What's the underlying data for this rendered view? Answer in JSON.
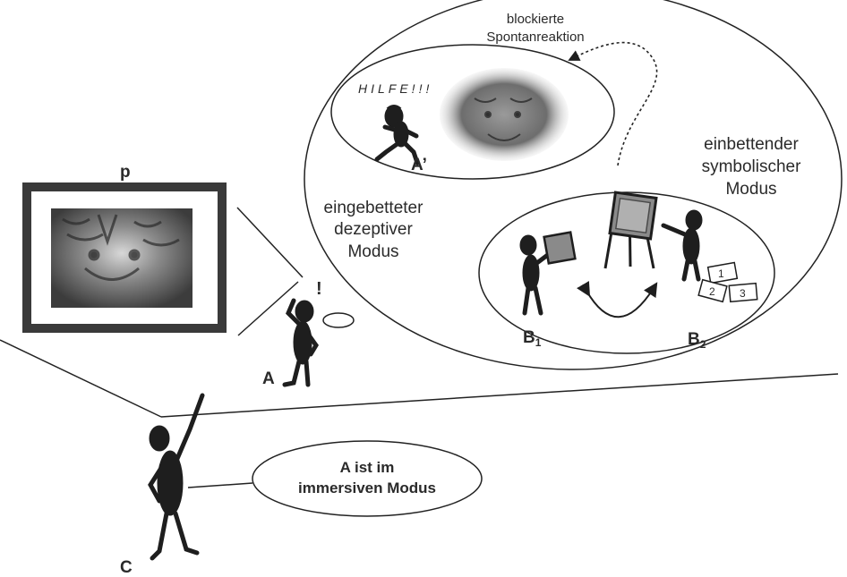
{
  "labels": {
    "p": "p",
    "blocked_reaction_line1": "blockierte",
    "blocked_reaction_line2": "Spontanreaktion",
    "hilfe": "HILFE!!!",
    "a_prime": "A’",
    "embedded_mode_line1": "eingebetteter",
    "embedded_mode_line2": "dezeptiver",
    "embedded_mode_line3": "Modus",
    "embedding_mode_line1": "einbettender",
    "embedding_mode_line2": "symbolischer",
    "embedding_mode_line3": "Modus",
    "b1": "B",
    "b1_sub": "1",
    "b2": "B",
    "b2_sub": "2",
    "a": "A",
    "c": "C",
    "c_bubble_line1": "A ist im",
    "c_bubble_line2": "immersiven Modus",
    "exclamation": "!"
  },
  "colors": {
    "ink": "#1e1e1e",
    "frame": "#3a3a3a",
    "tiger_dark": "#3c3c3c",
    "tiger_mid": "#8a8a8a",
    "tiger_light": "#cfcfcf"
  },
  "icons": {
    "tiger_photo": "tiger-photo",
    "small_tiger": "tiger-vignette",
    "easel": "easel-with-painting",
    "cards": "numbered-cards",
    "arrow": "double-headed-curved-arrow"
  }
}
